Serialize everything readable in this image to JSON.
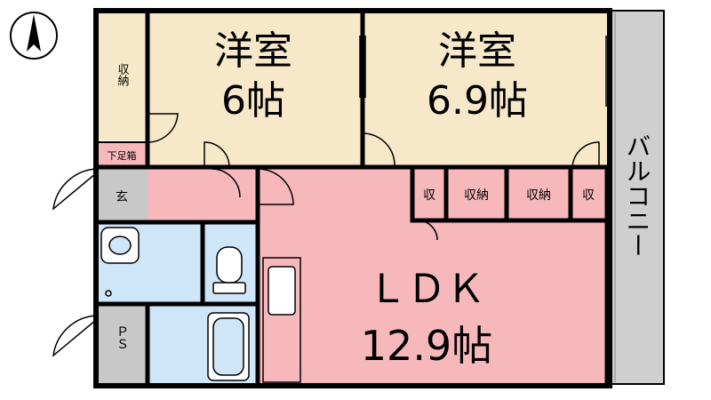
{
  "rooms": {
    "western1": {
      "name": "洋室",
      "size": "6帖"
    },
    "western2": {
      "name": "洋室",
      "size": "6.9帖"
    },
    "ldk": {
      "name": "ＬＤＫ",
      "size": "12.9帖"
    }
  },
  "labels": {
    "closet_left": "収納",
    "shoe_box": "下足箱",
    "entrance": "玄",
    "storage_small_1": "収",
    "storage_1": "収納",
    "storage_2": "収納",
    "storage_small_2": "収",
    "balcony": "バルコニー",
    "ps": "ＰＳ"
  },
  "colors": {
    "western": "#f6e8c8",
    "ldk": "#f7b8bc",
    "wet": "#cfe5f8",
    "balcony": "#cfcfcf",
    "grey": "#c8c8c8",
    "wall": "#000000"
  },
  "icons": {
    "north": "north-arrow-icon"
  }
}
